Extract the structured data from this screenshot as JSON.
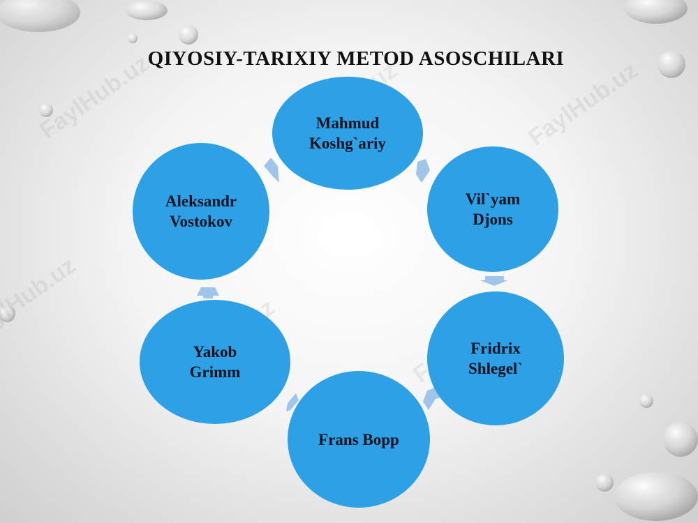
{
  "title": "QIYOSIY-TARIXIY METOD ASOSCHILARI",
  "nodes": [
    {
      "name": "mahmud-koshgariy",
      "label": "Mahmud\nKoshg`ariy"
    },
    {
      "name": "viljam-djons",
      "label": "Vil`yam\nDjons"
    },
    {
      "name": "fridrix-shlegel",
      "label": "Fridrix\nShlegel`"
    },
    {
      "name": "frans-bopp",
      "label": "Frans Bopp"
    },
    {
      "name": "yakob-grimm",
      "label": "Yakob\nGrimm"
    },
    {
      "name": "aleksandr-vostokov",
      "label": "Aleksandr\nVostokov"
    }
  ],
  "watermark": "FaylHub.uz",
  "colors": {
    "node_fill": "#2ea0e6",
    "arrow_fill": "#9fc6ea",
    "title": "#111111"
  }
}
